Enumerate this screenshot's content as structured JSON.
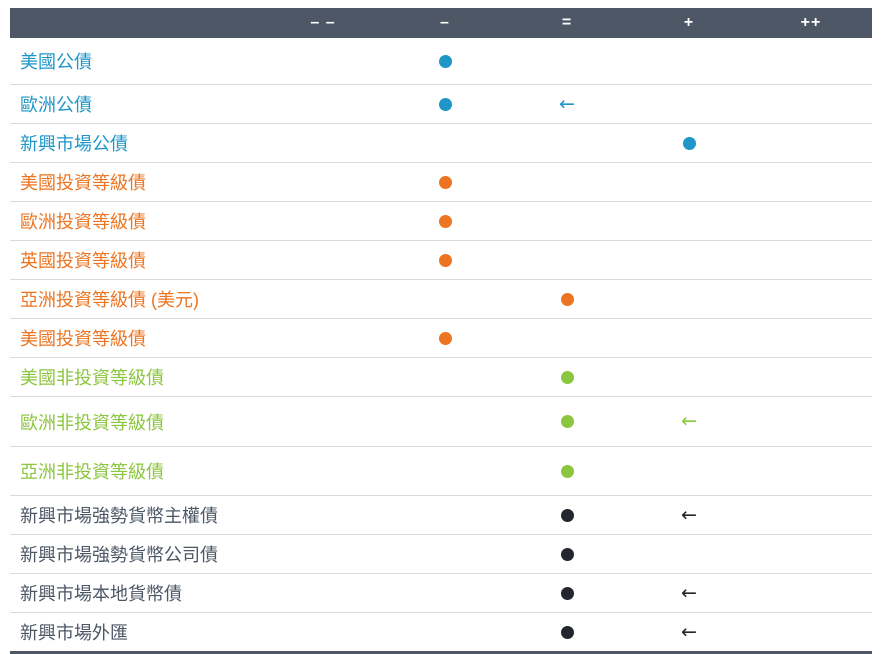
{
  "chart_data": {
    "type": "table",
    "description": "Fixed income views dot table: each row shows an asset class with a dot marking its current stance on a scale from strong underweight to strong overweight; a left arrow marks the previous/changed stance column.",
    "columns": [
      "– –",
      "–",
      "=",
      "+",
      "++"
    ],
    "column_scale": [
      -2,
      -1,
      0,
      1,
      2
    ],
    "legend_glyphs": {
      "position": "dot",
      "change": "left-arrow"
    },
    "rows": [
      {
        "label": "美國公債",
        "palette": "blue",
        "dot_col": 1,
        "arrow_col": null
      },
      {
        "label": "歐洲公債",
        "palette": "blue",
        "dot_col": 1,
        "arrow_col": 2
      },
      {
        "label": "新興市場公債",
        "palette": "blue",
        "dot_col": 3,
        "arrow_col": null
      },
      {
        "label": "美國投資等級債",
        "palette": "orange",
        "dot_col": 1,
        "arrow_col": null
      },
      {
        "label": "歐洲投資等級債",
        "palette": "orange",
        "dot_col": 1,
        "arrow_col": null
      },
      {
        "label": "英國投資等級債",
        "palette": "orange",
        "dot_col": 1,
        "arrow_col": null
      },
      {
        "label": "亞洲投資等級債 (美元)",
        "palette": "orange",
        "dot_col": 2,
        "arrow_col": null
      },
      {
        "label": "美國投資等級債",
        "palette": "orange",
        "dot_col": 1,
        "arrow_col": null
      },
      {
        "label": "美國非投資等級債",
        "palette": "green",
        "dot_col": 2,
        "arrow_col": null
      },
      {
        "label": "歐洲非投資等級債",
        "palette": "green",
        "dot_col": 2,
        "arrow_col": 3
      },
      {
        "label": "亞洲非投資等級債",
        "palette": "green",
        "dot_col": 2,
        "arrow_col": null
      },
      {
        "label": "新興市場強勢貨幣主權債",
        "palette": "dark",
        "dot_col": 2,
        "arrow_col": 3
      },
      {
        "label": "新興市場強勢貨幣公司債",
        "palette": "dark",
        "dot_col": 2,
        "arrow_col": null
      },
      {
        "label": "新興市場本地貨幣債",
        "palette": "dark",
        "dot_col": 2,
        "arrow_col": 3
      },
      {
        "label": "新興市場外匯",
        "palette": "dark",
        "dot_col": 2,
        "arrow_col": 3
      }
    ]
  },
  "palettes": {
    "blue": {
      "text": "#1E96C8",
      "mark": "#1E96C8"
    },
    "orange": {
      "text": "#ED7420",
      "mark": "#ED7420"
    },
    "green": {
      "text": "#8BC63F",
      "mark": "#8BC63F"
    },
    "dark": {
      "text": "#4D5766",
      "mark": "#23262D"
    }
  },
  "colors": {
    "header_background": "#4D5766",
    "divider": "#DBDBDB",
    "bottom_border": "#4D5766",
    "header_text": "#FFFFFF"
  },
  "glyphs": {
    "left_arrow": "←"
  }
}
